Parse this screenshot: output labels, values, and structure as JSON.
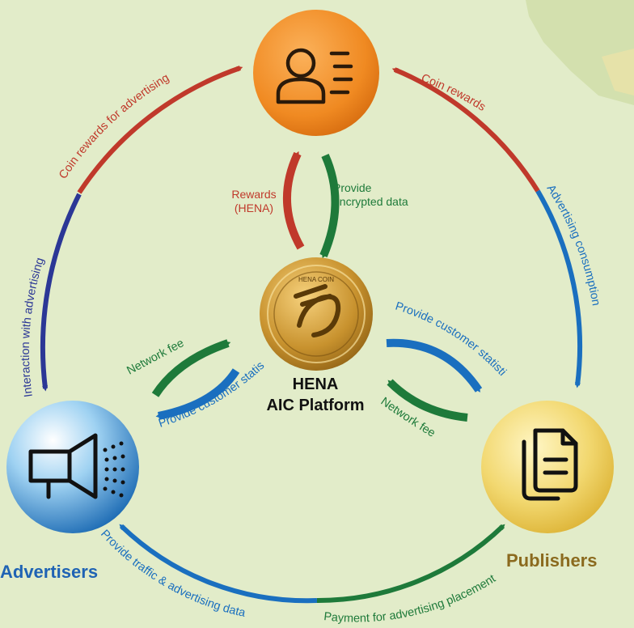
{
  "nodes": {
    "advertisers": "Advertisers",
    "publishers": "Publishers",
    "platform_line1": "HENA",
    "platform_line2": "AIC Platform",
    "coin_label": "HENA COIN"
  },
  "flows": {
    "coin_rewards_for_advertising": "Coin rewards for advertising",
    "coin_rewards": "Coin rewards",
    "interaction_with_advertising": "Interaction with advertising",
    "advertising_consumption": "Advertising consumption",
    "rewards_henа_line1": "Rewards",
    "rewards_hena_line2": "(HENA)",
    "provide_encrypted_line1": "Provide",
    "provide_encrypted_line2": "encrypted data",
    "network_fee_left": "Network fee",
    "provide_stats_left": "Provide customer statistics",
    "provide_stats_right": "Provide customer statistics",
    "network_fee_right": "Network fee",
    "provide_traffic": "Provide traffic & advertising data",
    "payment_placement": "Payment for advertising placement"
  },
  "colors": {
    "background": "#e2ecc9",
    "red": "#c0392b",
    "blue": "#1a6fbf",
    "navy": "#2b3796",
    "green": "#1e7a3a",
    "orange": "#f08a22",
    "advertisers_blue": "#1f63b4",
    "publishers_gold": "#8b6a1e"
  }
}
